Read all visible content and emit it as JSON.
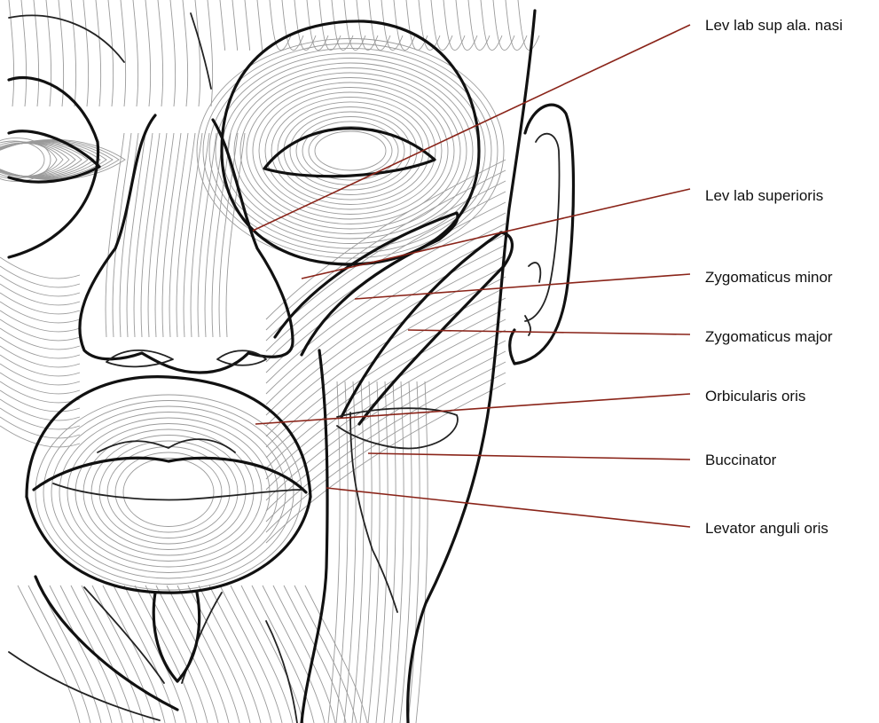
{
  "labels": [
    {
      "id": "lev-lab-sup-ala-nasi",
      "text": "Lev lab sup ala. nasi"
    },
    {
      "id": "lev-lab-superioris",
      "text": "Lev lab superioris"
    },
    {
      "id": "zygomaticus-minor",
      "text": "Zygomaticus minor"
    },
    {
      "id": "zygomaticus-major",
      "text": "Zygomaticus major"
    },
    {
      "id": "orbicularis-oris",
      "text": "Orbicularis oris"
    },
    {
      "id": "buccinator",
      "text": "Buccinator"
    },
    {
      "id": "levator-anguli-oris",
      "text": "Levator anguli oris"
    }
  ],
  "colors": {
    "leader_line": "#8a2419",
    "outline": "#111111",
    "fiber": "#9a9a9a"
  }
}
